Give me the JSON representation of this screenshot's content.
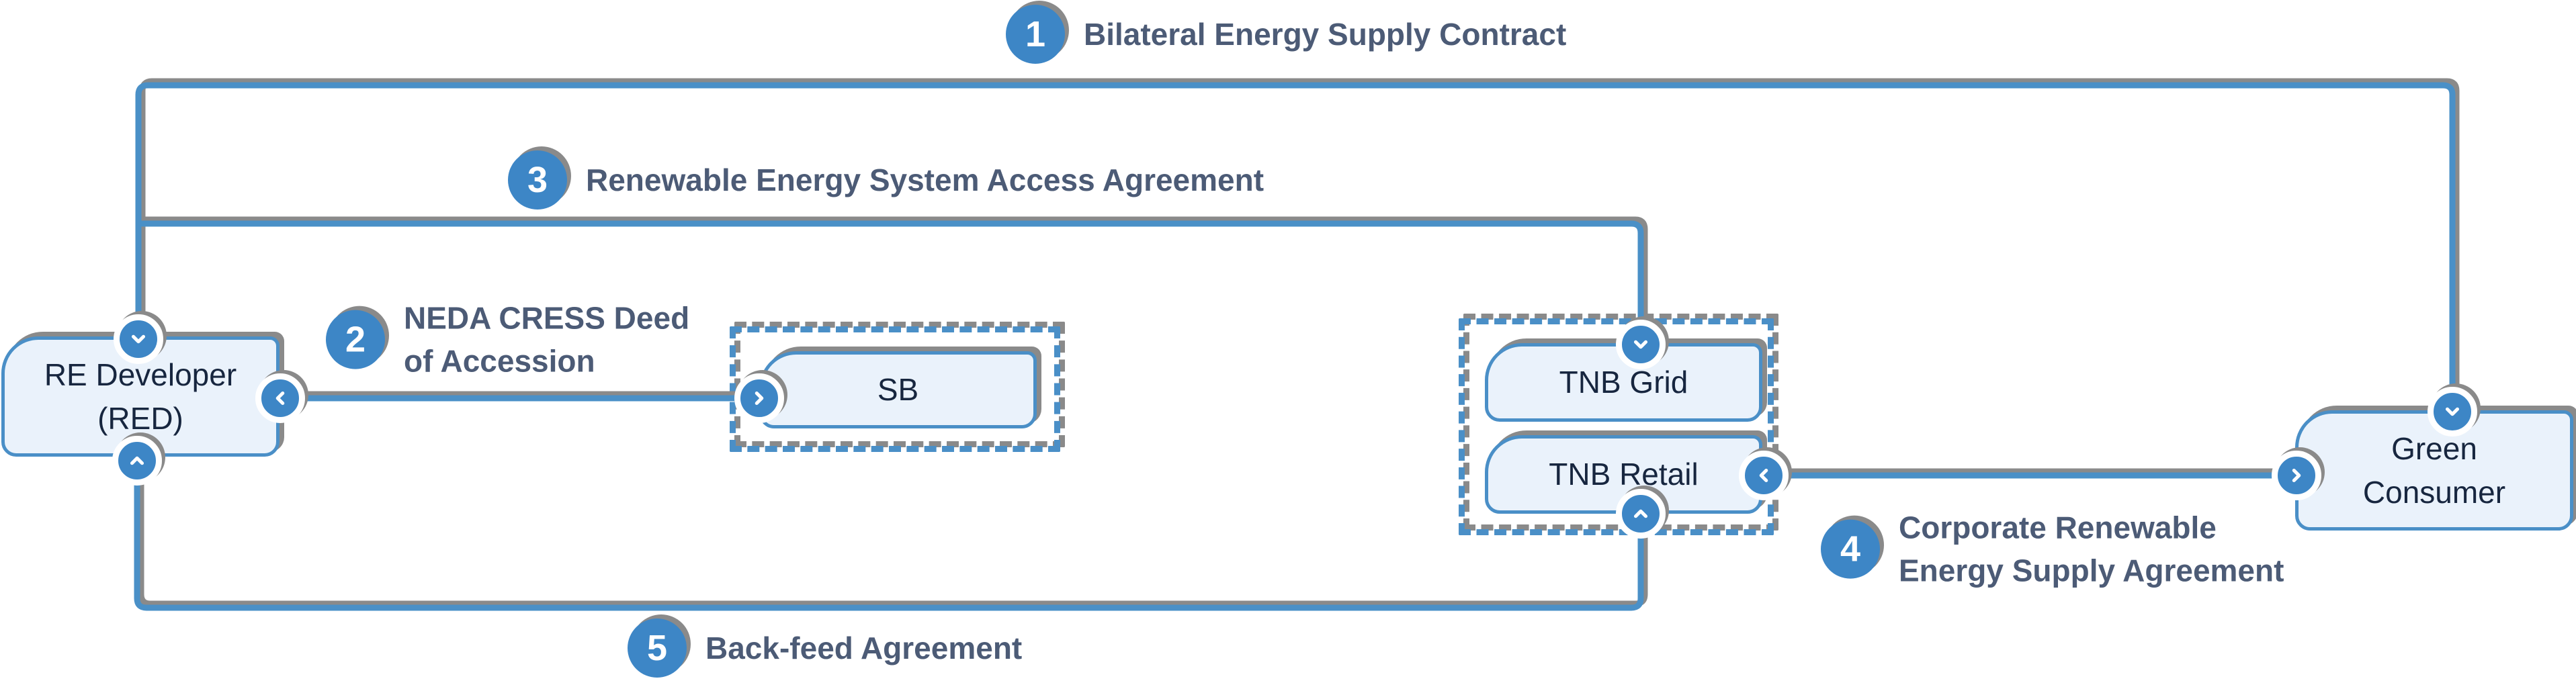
{
  "nodes": {
    "red": {
      "line1": "RE Developer",
      "line2": "(RED)"
    },
    "sb": {
      "line1": "SB"
    },
    "tnb_grid": {
      "line1": "TNB Grid"
    },
    "tnb_retail": {
      "line1": "TNB Retail"
    },
    "green_consumer": {
      "line1": "Green",
      "line2": "Consumer"
    }
  },
  "annotations": {
    "a1": {
      "number": "1",
      "line1": "Bilateral Energy Supply Contract"
    },
    "a2": {
      "number": "2",
      "line1": "NEDA CRESS Deed",
      "line2": "of Accession"
    },
    "a3": {
      "number": "3",
      "line1": "Renewable Energy System Access Agreement"
    },
    "a4": {
      "number": "4",
      "line1": "Corporate Renewable",
      "line2": "Energy Supply Agreement"
    },
    "a5": {
      "number": "5",
      "line1": "Back-feed Agreement"
    }
  },
  "icons": {
    "red_top": "chevron-down-icon",
    "red_right": "chevron-left-icon",
    "red_bottom": "chevron-up-icon",
    "sb_left": "chevron-right-icon",
    "tnb_grid_top": "chevron-down-icon",
    "tnb_retail_right": "chevron-left-icon",
    "tnb_retail_bottom": "chevron-up-icon",
    "green_consumer_top": "chevron-down-icon",
    "green_consumer_left": "chevron-right-icon"
  },
  "colors": {
    "accent-blue": "#3d86c6",
    "line-blue": "#4a90c7",
    "node-fill": "#eaf2fb",
    "node-border": "#4a8fc7",
    "node-text": "#17263f",
    "label-text": "#4c5b76",
    "shadow-gray": "#8a8a8a",
    "badge-text": "#ffffff"
  }
}
